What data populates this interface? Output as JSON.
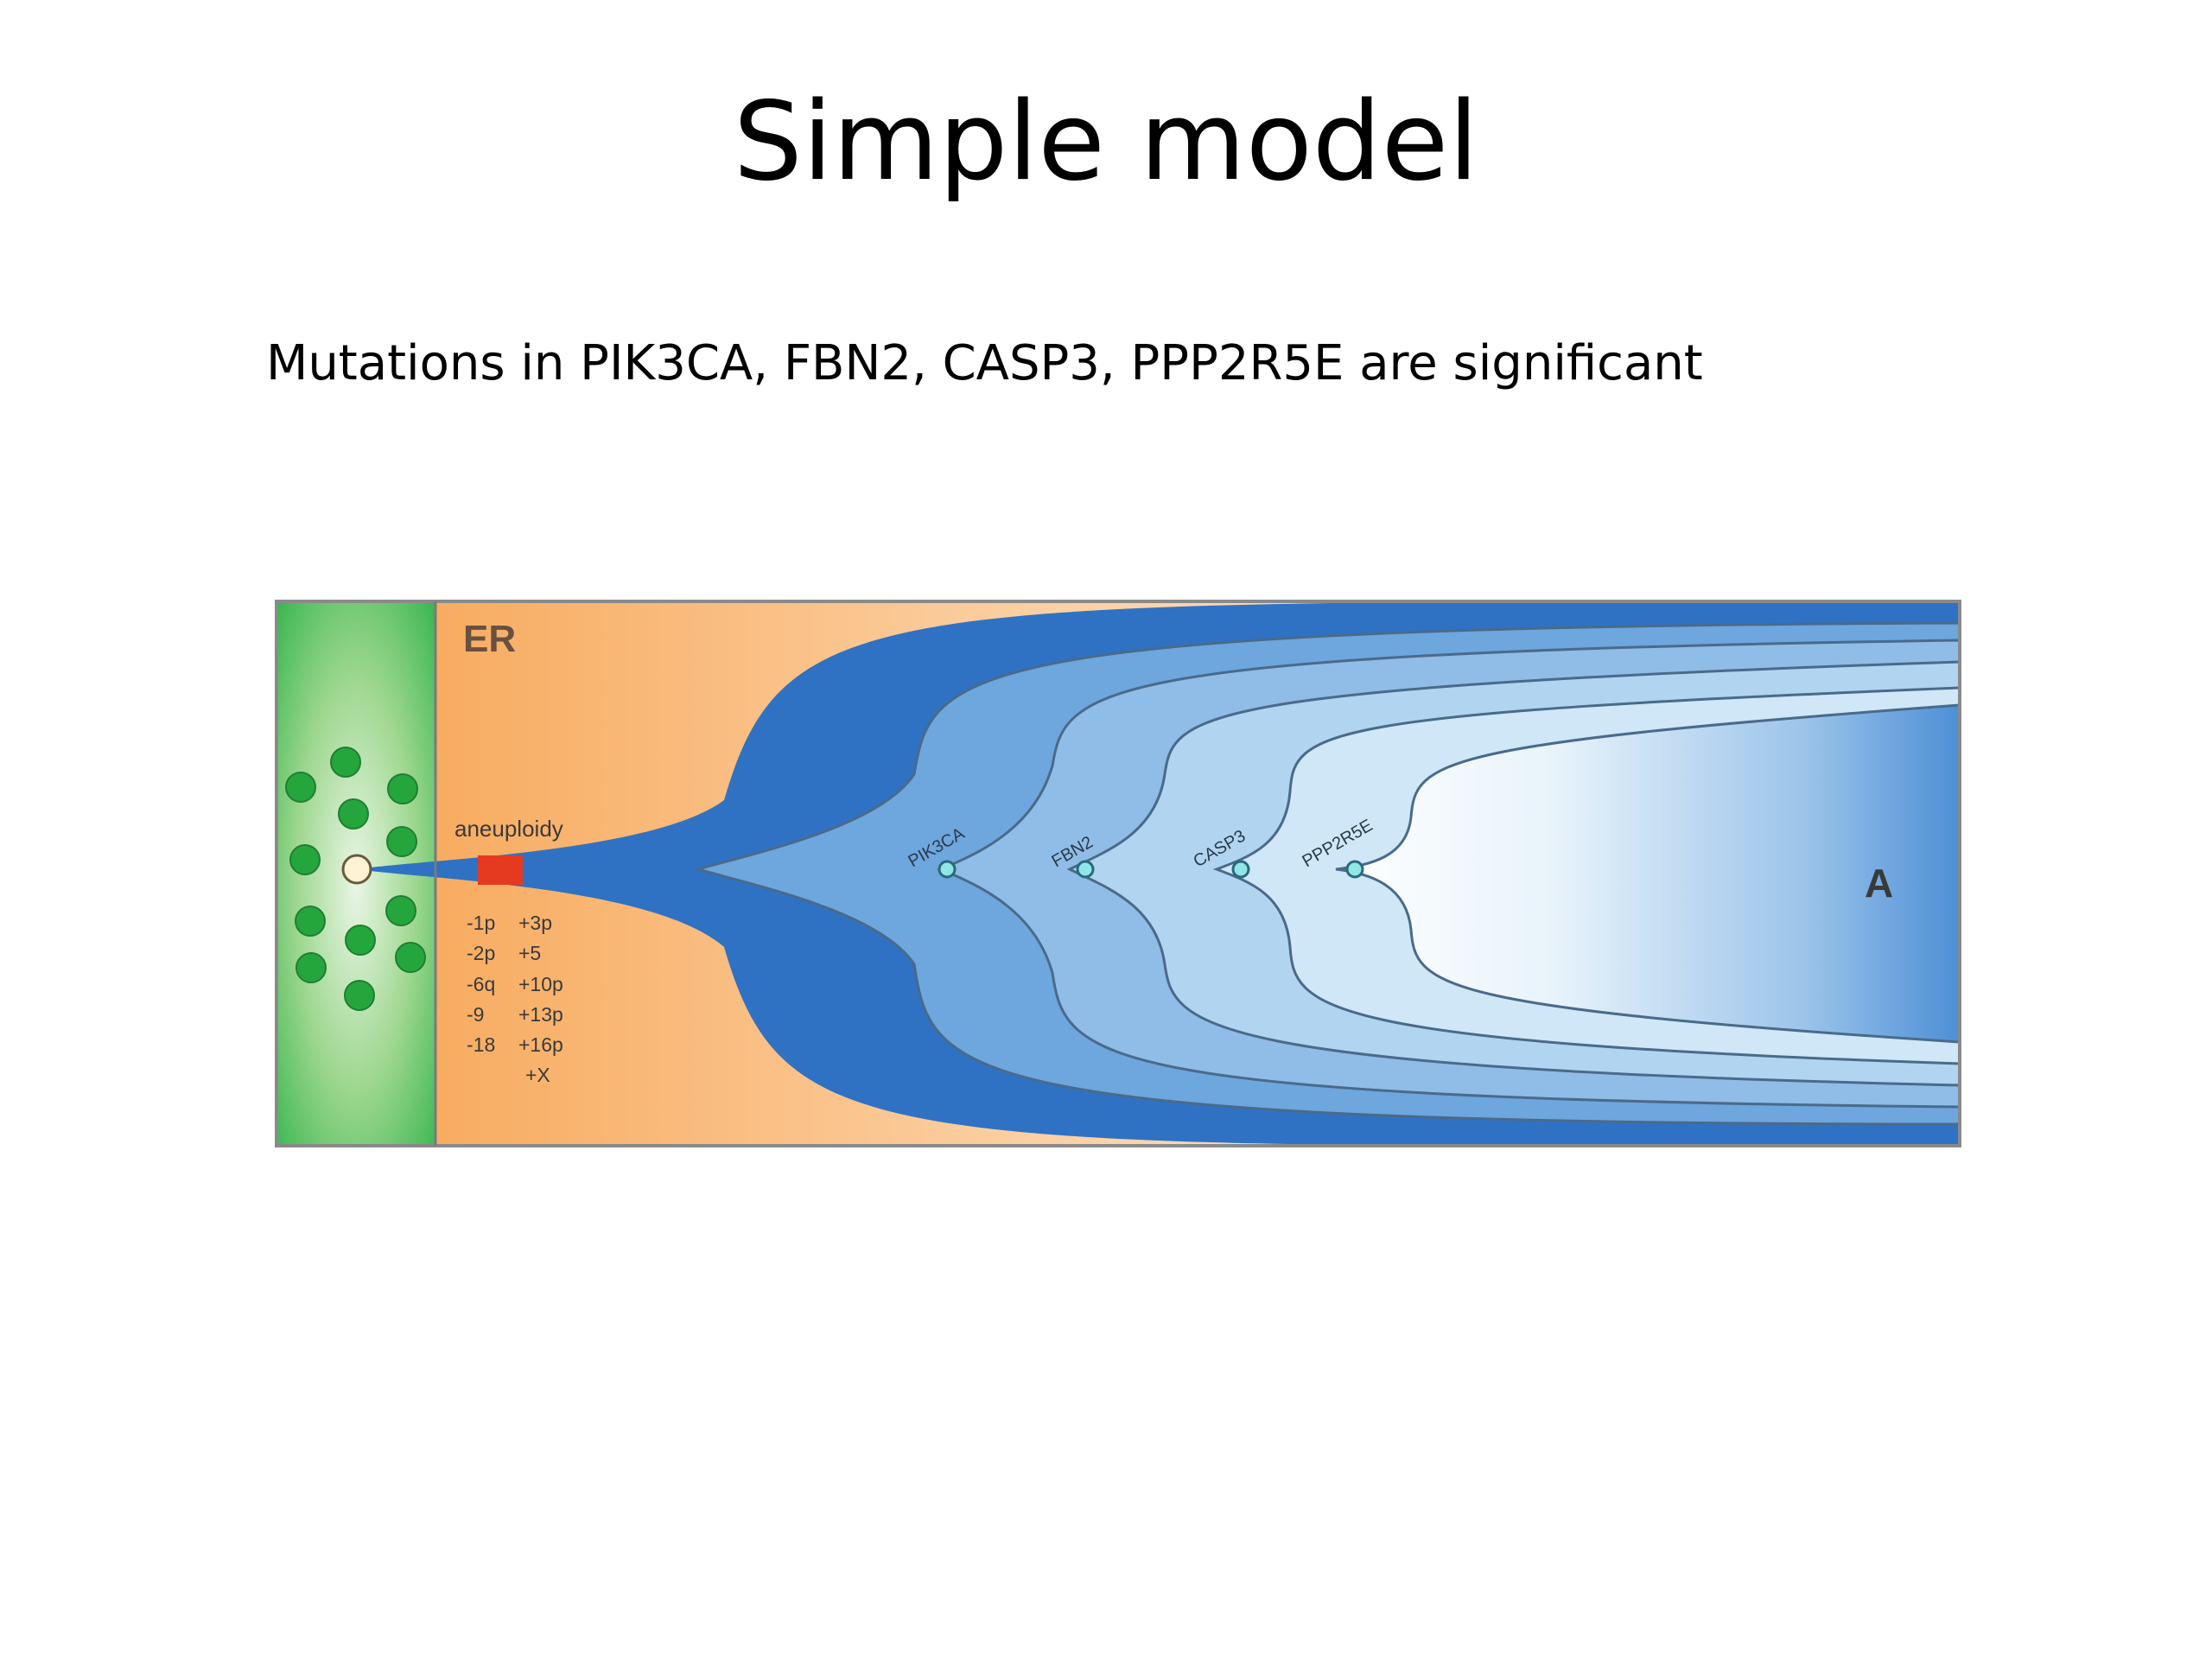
{
  "slide": {
    "title": "Simple model",
    "subtitle": "Mutations in PIK3CA, FBN2, CASP3, PPP2R5E are significant"
  },
  "diagram": {
    "start_label": "ER",
    "end_label": "A",
    "event_label": "aneuploidy",
    "cna_left": [
      "-1p",
      "-2p",
      "-6q",
      "-9",
      "-18"
    ],
    "cna_right": [
      "+3p",
      "+5",
      "+10p",
      "+13p",
      "+16p",
      "+X"
    ],
    "mutations": [
      "PIK3CA",
      "FBN2",
      "CASP3",
      "PPP2R5E"
    ],
    "colors": {
      "normal_green": "#2fb34a",
      "cell_green": "#25a63d",
      "er_orange": "#f7a24f",
      "aneuploidy_red": "#e53a20",
      "clone_blue": "#2f72c4"
    }
  }
}
